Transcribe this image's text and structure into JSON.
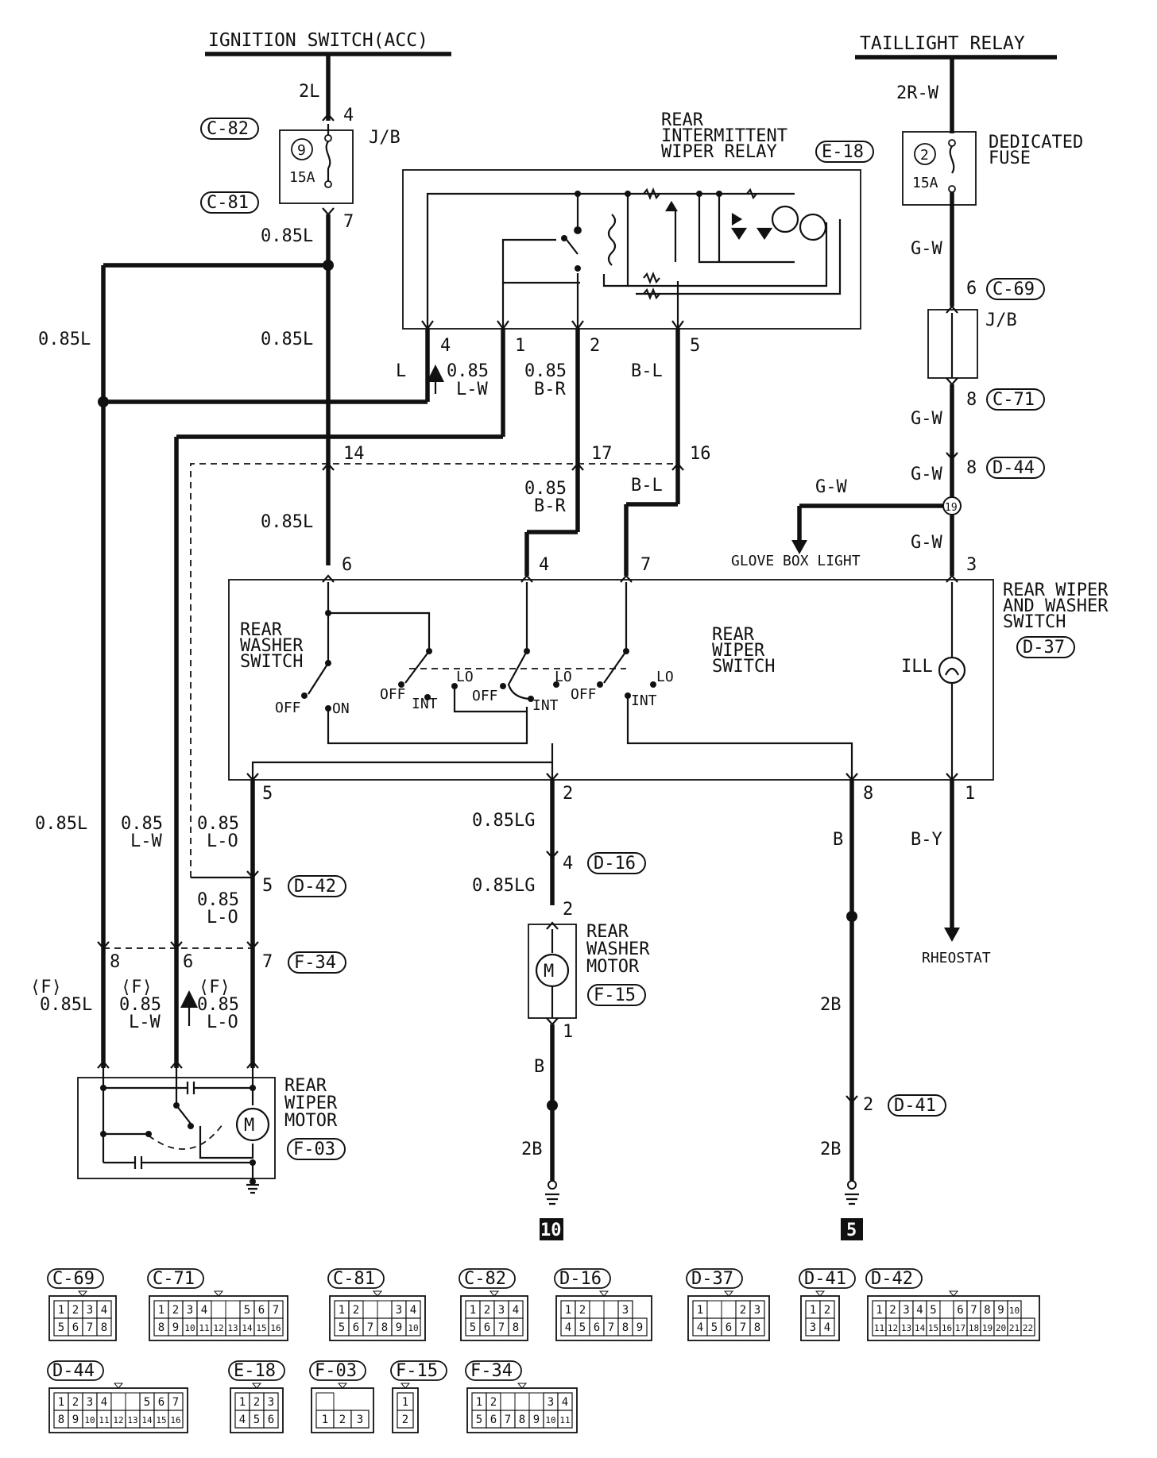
{
  "sources": {
    "ignition": "IGNITION SWITCH(ACC)",
    "taillight": "TAILLIGHT RELAY"
  },
  "wire_labels": {
    "w_2L": "2L",
    "w_085L_a": "0.85L",
    "w_085L_b": "0.85L",
    "w_085L_c": "0.85L",
    "w_085L_d": "0.85L",
    "w_085L_e": "0.85L",
    "w_L": "L",
    "w_085LW_top": "0.85",
    "w_085LW_top2": "L-W",
    "w_085BR_top": "0.85",
    "w_085BR_top2": "B-R",
    "w_BL_top": "B-L",
    "w_085BR_mid": "0.85",
    "w_085BR_mid2": "B-R",
    "w_BL_mid": "B-L",
    "w_2RW": "2R-W",
    "w_GW_1": "G-W",
    "w_GW_2": "G-W",
    "w_GW_3": "G-W",
    "w_GW_4": "G-W",
    "w_GW_5": "G-W",
    "w_085LW_mid": "0.85",
    "w_085LW_mid2": "L-W",
    "w_085LO_mid": "0.85",
    "w_085LO_mid2": "L-O",
    "w_085LO_low": "0.85",
    "w_085LO_low2": "L-O",
    "w_085LG_1": "0.85LG",
    "w_085LG_2": "0.85LG",
    "w_B_1": "B",
    "w_B_2": "B",
    "w_BY": "B-Y",
    "w_2B_1": "2B",
    "w_2B_2": "2B",
    "w_2B_3": "2B",
    "w_F1": "⟨F⟩",
    "w_F2": "⟨F⟩",
    "w_F3": "⟨F⟩",
    "w_F1_085L": "0.85L",
    "w_F2_085": "0.85",
    "w_F2_LW": "L-W",
    "w_F3_085": "0.85",
    "w_F3_LO": "L-O"
  },
  "pins": {
    "p4a": "4",
    "p7a": "7",
    "p4b": "4",
    "p1b": "1",
    "p2b": "2",
    "p5b": "5",
    "p14": "14",
    "p17": "17",
    "p16": "16",
    "p6s": "6",
    "p4s": "4",
    "p7s": "7",
    "p6r": "6",
    "p8r": "8",
    "p8d": "8",
    "p3r": "3",
    "p5s": "5",
    "p2s": "2",
    "p8s": "8",
    "p1s": "1",
    "p4m": "4",
    "p2m": "2",
    "p1m": "1",
    "p5d": "5",
    "p8f": "8",
    "p6f": "6",
    "p7f": "7",
    "p2d": "2",
    "p19": "19"
  },
  "components": {
    "jb_left": "J/B",
    "fuse_left_num": "9",
    "fuse_left_amp": "15A",
    "relay_title1": "REAR",
    "relay_title2": "INTERMITTENT",
    "relay_title3": "WIPER RELAY",
    "fuse_right_num": "2",
    "fuse_right_amp": "15A",
    "dedicated1": "DEDICATED",
    "dedicated2": "FUSE",
    "jb_right": "J/B",
    "glove_box": "GLOVE BOX LIGHT",
    "switch_title1": "REAR WIPER",
    "switch_title2": "AND WASHER",
    "switch_title3": "SWITCH",
    "washer_sw1": "REAR",
    "washer_sw2": "WASHER",
    "washer_sw3": "SWITCH",
    "wiper_sw1": "REAR",
    "wiper_sw2": "WIPER",
    "wiper_sw3": "SWITCH",
    "ill": "ILL",
    "off1": "OFF",
    "on1": "ON",
    "off2": "OFF",
    "int2": "INT",
    "lo2": "LO",
    "off3": "OFF",
    "int3": "INT",
    "lo3": "LO",
    "off4": "OFF",
    "int4": "INT",
    "lo4": "LO",
    "rheostat": "RHEOSTAT",
    "washer_motor1": "REAR",
    "washer_motor2": "WASHER",
    "washer_motor3": "MOTOR",
    "motor_m": "M",
    "motor_m2": "M",
    "wiper_motor1": "REAR",
    "wiper_motor2": "WIPER",
    "wiper_motor3": "MOTOR",
    "ground_10": "10",
    "ground_5": "5"
  },
  "connector_tags": {
    "c82": "C-82",
    "c81": "C-81",
    "e18": "E-18",
    "c69": "C-69",
    "c71": "C-71",
    "d44": "D-44",
    "d37": "D-37",
    "d16": "D-16",
    "d42": "D-42",
    "f34": "F-34",
    "f15": "F-15",
    "f03": "F-03",
    "d41": "D-41"
  },
  "connector_legend": [
    {
      "tag": "C-69",
      "rows": [
        [
          "1",
          "2",
          "3",
          "4"
        ],
        [
          "5",
          "6",
          "7",
          "8"
        ]
      ]
    },
    {
      "tag": "C-71",
      "rows": [
        [
          "1",
          "2",
          "3",
          "4",
          "",
          "",
          "5",
          "6",
          "7"
        ],
        [
          "8",
          "9",
          "10",
          "11",
          "12",
          "13",
          "14",
          "15",
          "16"
        ]
      ]
    },
    {
      "tag": "C-81",
      "rows": [
        [
          "1",
          "2",
          "",
          "",
          "3",
          "4"
        ],
        [
          "5",
          "6",
          "7",
          "8",
          "9",
          "10"
        ]
      ]
    },
    {
      "tag": "C-82",
      "rows": [
        [
          "1",
          "2",
          "3",
          "4"
        ],
        [
          "5",
          "6",
          "7",
          "8"
        ]
      ]
    },
    {
      "tag": "D-16",
      "rows": [
        [
          "1",
          "2",
          "",
          "",
          "3"
        ],
        [
          "4",
          "5",
          "6",
          "7",
          "8",
          "9"
        ]
      ]
    },
    {
      "tag": "D-37",
      "rows": [
        [
          "1",
          "",
          "",
          "2",
          "3"
        ],
        [
          "4",
          "5",
          "6",
          "7",
          "8"
        ]
      ]
    },
    {
      "tag": "D-41",
      "rows": [
        [
          "1",
          "2"
        ],
        [
          "3",
          "4"
        ]
      ]
    },
    {
      "tag": "D-42",
      "rows": [
        [
          "1",
          "2",
          "3",
          "4",
          "5",
          "",
          "6",
          "7",
          "8",
          "9",
          "10"
        ],
        [
          "11",
          "12",
          "13",
          "14",
          "15",
          "16",
          "17",
          "18",
          "19",
          "20",
          "21",
          "22"
        ]
      ]
    },
    {
      "tag": "D-44",
      "rows": [
        [
          "1",
          "2",
          "3",
          "4",
          "",
          "",
          "5",
          "6",
          "7"
        ],
        [
          "8",
          "9",
          "10",
          "11",
          "12",
          "13",
          "14",
          "15",
          "16"
        ]
      ]
    },
    {
      "tag": "E-18",
      "rows": [
        [
          "1",
          "2",
          "3"
        ],
        [
          "4",
          "5",
          "6"
        ]
      ]
    },
    {
      "tag": "F-03",
      "rows": [
        [
          ""
        ],
        [
          "1",
          "2",
          "3"
        ]
      ]
    },
    {
      "tag": "F-15",
      "rows": [
        [
          "1"
        ],
        [
          "2"
        ]
      ]
    },
    {
      "tag": "F-34",
      "rows": [
        [
          "1",
          "2",
          "",
          "",
          "",
          "3",
          "4"
        ],
        [
          "5",
          "6",
          "7",
          "8",
          "9",
          "10",
          "11"
        ]
      ]
    }
  ]
}
